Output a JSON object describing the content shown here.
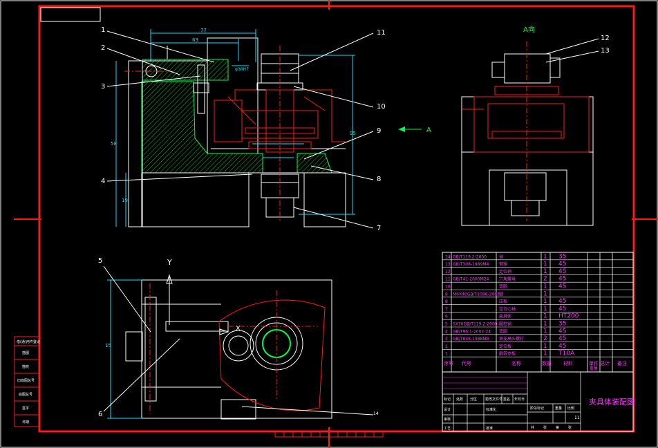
{
  "drawing": {
    "title": "夹具体装配图",
    "view_label_a": "A向",
    "arrow_label_a": "A",
    "axis_label_y": "Y",
    "axis_label_x": "X",
    "sheet_number": "11"
  },
  "balloons": [
    "1",
    "2",
    "3",
    "4",
    "5",
    "6",
    "7",
    "8",
    "9",
    "10",
    "11",
    "12",
    "13",
    "14"
  ],
  "dimensions": {
    "top_width": "77",
    "inner_width": "63",
    "shaft_dia": "φ30H7",
    "dim_95": "95",
    "dim_58": "58",
    "dim_19": "19",
    "dim_15": "15"
  },
  "bom": {
    "rows": [
      {
        "no": "14",
        "code": "GB/T119.2-2000",
        "name": "销",
        "qty": "1",
        "mat": "35"
      },
      {
        "no": "13",
        "code": "GB/T308-1989M4",
        "name": "钢球",
        "qty": "1",
        "mat": "45"
      },
      {
        "no": "12",
        "code": "",
        "name": "定位销",
        "qty": "1",
        "mat": "45"
      },
      {
        "no": "11",
        "code": "GB/T41-2000M24",
        "name": "六角螺母",
        "qty": "2",
        "mat": "45"
      },
      {
        "no": "10",
        "code": "",
        "name": "垫圈",
        "qty": "1",
        "mat": "45"
      },
      {
        "no": "9",
        "code": "M6X40GB/T1096-2003",
        "name": "键",
        "qty": "1",
        "mat": ""
      },
      {
        "no": "8",
        "code": "",
        "name": "压板",
        "qty": "1",
        "mat": "45"
      },
      {
        "no": "7",
        "code": "",
        "name": "定位心轴",
        "qty": "1",
        "mat": "45"
      },
      {
        "no": "6",
        "code": "",
        "name": "夹具体",
        "qty": "1",
        "mat": "HT200"
      },
      {
        "no": "5",
        "code": "5X70GB/T119.2-2000",
        "name": "圆柱销",
        "qty": "1",
        "mat": "35"
      },
      {
        "no": "4",
        "code": "GB/T96.1-2002-24",
        "name": "垫圈",
        "qty": "1",
        "mat": "45"
      },
      {
        "no": "3",
        "code": "GB/T838-1988M8",
        "name": "滚花高头螺钉",
        "qty": "2",
        "mat": "45"
      },
      {
        "no": "2",
        "code": "",
        "name": "定位板",
        "qty": "1",
        "mat": "45"
      },
      {
        "no": "1",
        "code": "",
        "name": "翻转支板",
        "qty": "1",
        "mat": "T10A"
      }
    ],
    "header": {
      "no": "序号",
      "code": "代号",
      "name": "名称",
      "qty": "数量",
      "mat": "材料",
      "weight": "单件 总计",
      "weight2": "重量",
      "remark": "备注"
    }
  },
  "titleblock": {
    "r1": [
      "标记",
      "处数",
      "分区",
      "更改文件号",
      "签名",
      "年月日"
    ],
    "r2": [
      "设计",
      "标准化"
    ],
    "r3": [
      "审核"
    ],
    "r4": [
      "工艺",
      "批准"
    ],
    "stage": [
      "阶段标记",
      "重量",
      "比例"
    ],
    "sheet": [
      "共",
      "张",
      "第",
      "张"
    ]
  },
  "side_stamp": [
    "借(通)用件登记",
    "描图",
    "描校",
    "旧底图总号",
    "底图总号",
    "签字",
    "日期"
  ]
}
